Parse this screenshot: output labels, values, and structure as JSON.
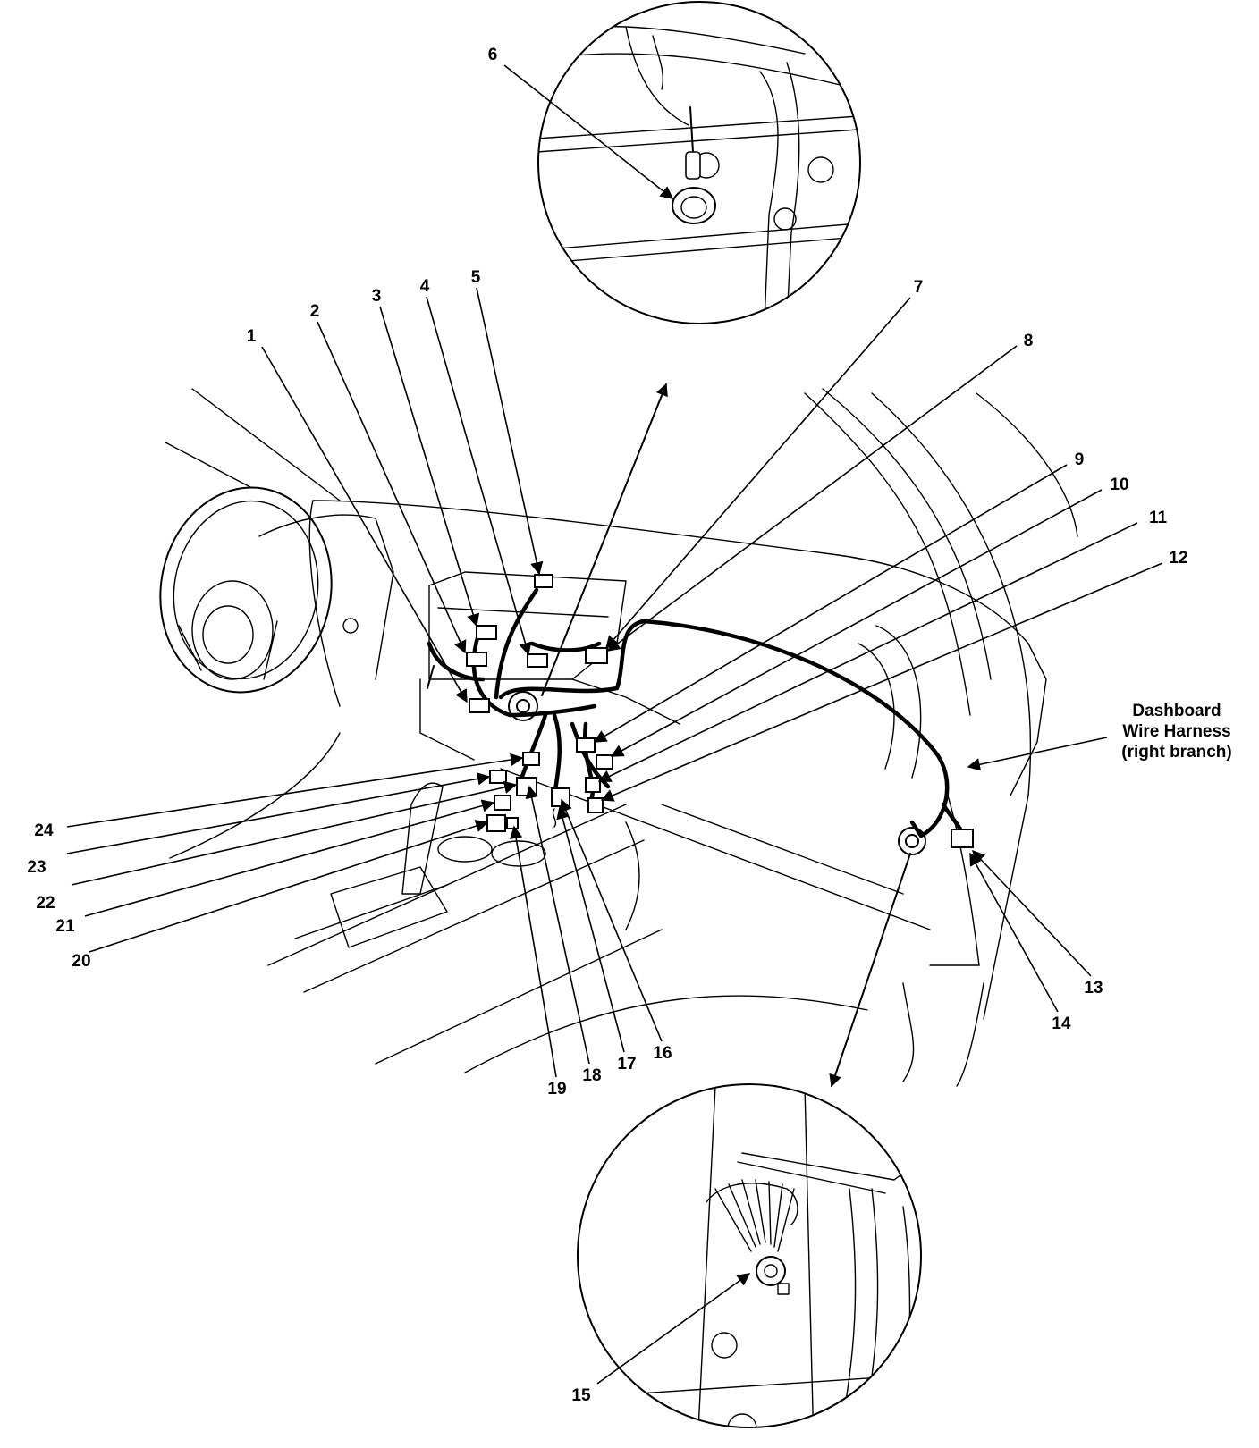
{
  "callouts": [
    "1",
    "2",
    "3",
    "4",
    "5",
    "6",
    "7",
    "8",
    "9",
    "10",
    "11",
    "12",
    "13",
    "14",
    "15",
    "16",
    "17",
    "18",
    "19",
    "20",
    "21",
    "22",
    "23",
    "24"
  ],
  "harness_label": {
    "line1": "Dashboard",
    "line2": "Wire Harness",
    "line3": "(right branch)"
  }
}
